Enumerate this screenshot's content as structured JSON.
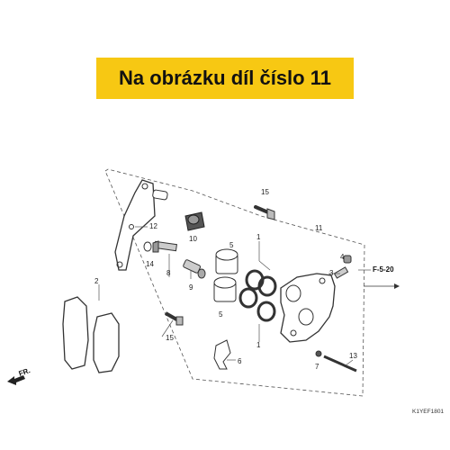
{
  "banner": {
    "text": "Na obrázku díl číslo 11"
  },
  "diagram": {
    "callouts": {
      "c1a": "1",
      "c1b": "1",
      "c2": "2",
      "c3": "3",
      "c4": "4",
      "c5a": "5",
      "c5b": "5",
      "c6": "6",
      "c7": "7",
      "c8": "8",
      "c9": "9",
      "c10": "10",
      "c11": "11",
      "c12": "12",
      "c13": "13",
      "c14": "14",
      "c15a": "15",
      "c15b": "15"
    },
    "reference": "F-5-20",
    "front_label": "FR.",
    "code": "K1YEF1801"
  },
  "colors": {
    "banner": "#f7c813",
    "line": "#333333"
  }
}
